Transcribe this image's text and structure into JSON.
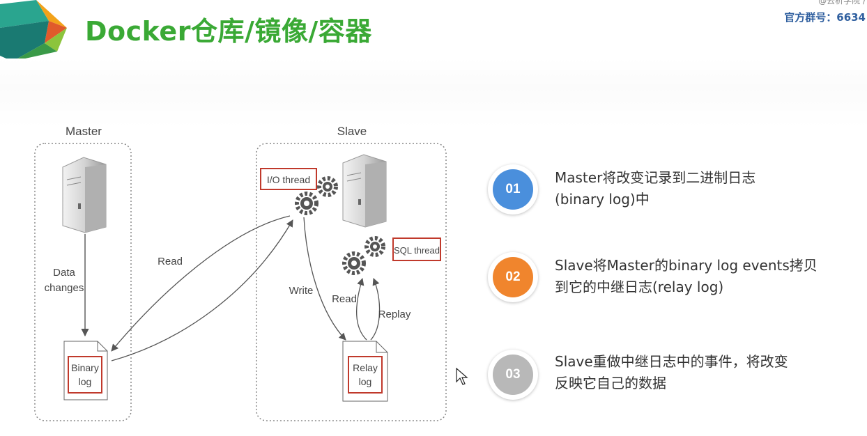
{
  "header": {
    "title": "Docker仓库/镜像/容器",
    "corner_top_text": "@云析学院 /",
    "corner_group_text": "官方群号：6634"
  },
  "diagram": {
    "master_label": "Master",
    "slave_label": "Slave",
    "data_changes_line1": "Data",
    "data_changes_line2": "changes",
    "binary_log_line1": "Binary",
    "binary_log_line2": "log",
    "read_label": "Read",
    "io_thread_label": "I/O thread",
    "sql_thread_label": "SQL thread",
    "write_label": "Write",
    "slave_read_label": "Read",
    "replay_label": "Replay",
    "relay_log_line1": "Relay",
    "relay_log_line2": "log",
    "highlight_color": "#c0392b"
  },
  "steps": [
    {
      "number": "01",
      "color": "#4a8fdc",
      "line1": "Master将改变记录到二进制日志",
      "line2": "(binary log)中"
    },
    {
      "number": "02",
      "color": "#f0852d",
      "line1": "Slave将Master的binary log events拷贝",
      "line2": "到它的中继日志(relay log)"
    },
    {
      "number": "03",
      "color": "#b8b8b8",
      "line1": "Slave重做中继日志中的事件，将改变",
      "line2": "反映它自己的数据"
    }
  ]
}
